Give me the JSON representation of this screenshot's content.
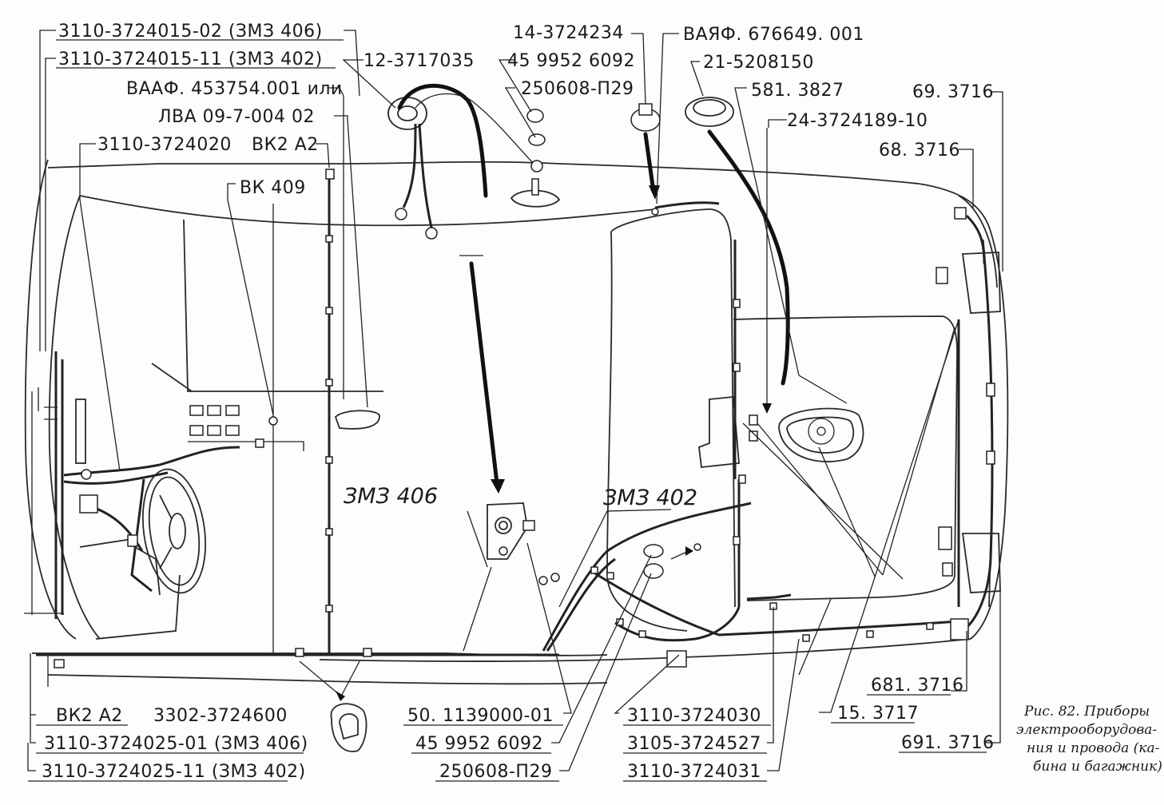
{
  "labels": {
    "l_3110_3724015_02": "3110-3724015-02 (ЗМЗ 406)",
    "l_3110_3724015_11": "3110-3724015-11  (ЗМЗ 402)",
    "l_12_3717035": "12-3717035",
    "l_vaaf": "ВААФ. 453754.001 или",
    "l_lva": "ЛВА 09-7-004 02",
    "l_3110_3724020": "3110-3724020",
    "l_vk2a2_top": "ВК2 А2",
    "l_vk409": "ВК 409",
    "l_14_3724234": "14-3724234",
    "l_459952_top": "45 9952 6092",
    "l_250608_top": "250608-П29",
    "l_vayaf": "ВАЯФ. 676649. 001",
    "l_21_5208150": "21-5208150",
    "l_581_3827": "581. 3827",
    "l_24_3724189": "24-3724189-10",
    "l_69_3716": "69. 3716",
    "l_68_3716": "68. 3716",
    "l_zmz406": "ЗМЗ 406",
    "l_zmz402": "ЗМЗ 402",
    "l_681_3716": "681. 3716",
    "l_15_3717": "15. 3717",
    "l_691_3716": "691. 3716",
    "l_vk2a2_bot": "ВК2 А2",
    "l_3302_3724600": "3302-3724600",
    "l_3110_3724025_01": "3110-3724025-01 (ЗМЗ 406)",
    "l_3110_3724025_11": "3110-3724025-11 (ЗМЗ 402)",
    "l_50_1139000": "50. 1139000-01",
    "l_459952_bot": "45 9952 6092",
    "l_250608_bot": "250608-П29",
    "l_3110_3724030": "3110-3724030",
    "l_3105_3724527": "3105-3724527",
    "l_3110_3724031": "3110-3724031"
  },
  "caption": {
    "line1": "Рис. 82. Приборы",
    "line2": "электрооборудова-",
    "line3": "ния и провода (ка-",
    "line4": "бина и багажник)"
  }
}
